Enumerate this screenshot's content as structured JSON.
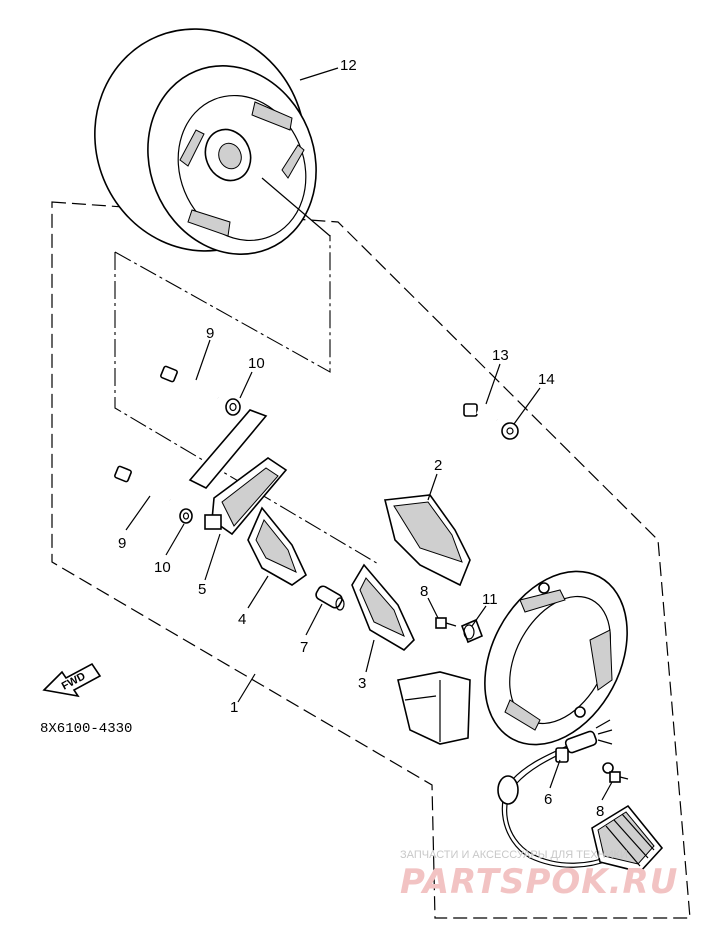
{
  "diagram_code": "8X6100-4330",
  "fwd_label": "FWD",
  "callouts": {
    "c1": "1",
    "c2": "2",
    "c3": "3",
    "c4": "4",
    "c5": "5",
    "c6": "6",
    "c7": "7",
    "c8a": "8",
    "c8b": "8",
    "c9a": "9",
    "c9b": "9",
    "c10a": "10",
    "c10b": "10",
    "c11": "11",
    "c12": "12",
    "c13": "13",
    "c14": "14"
  },
  "watermark": {
    "caption": "ЗАПЧАСТИ И АКСЕССУАРЫ ДЛЯ ТЕХНИКИ",
    "logo_text": "PARTSPOK.RU"
  }
}
